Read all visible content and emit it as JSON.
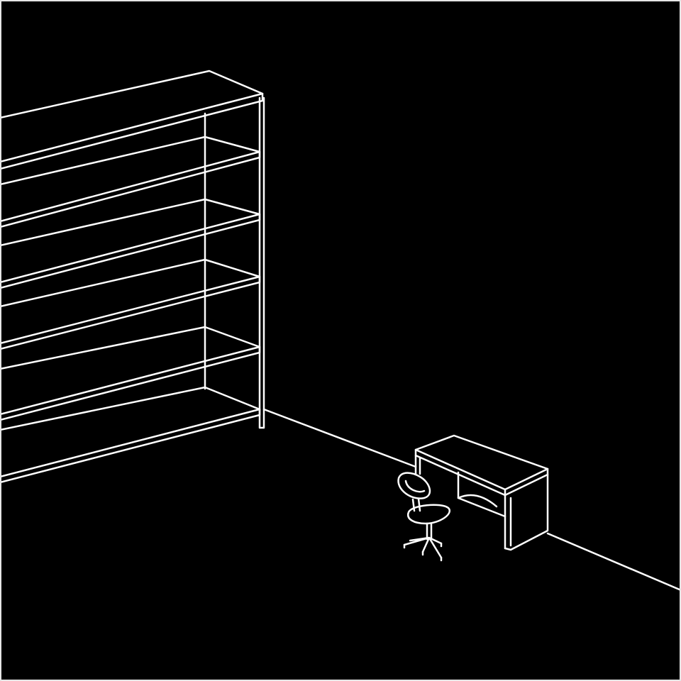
{
  "scene": {
    "background_color": "#000000",
    "line_color": "#ffffff",
    "frame_color": "#e6e6e6",
    "objects": [
      "bookshelf",
      "floor-wall-edge",
      "desk",
      "office-chair"
    ],
    "bookshelf": {
      "shelf_count": 6
    }
  }
}
